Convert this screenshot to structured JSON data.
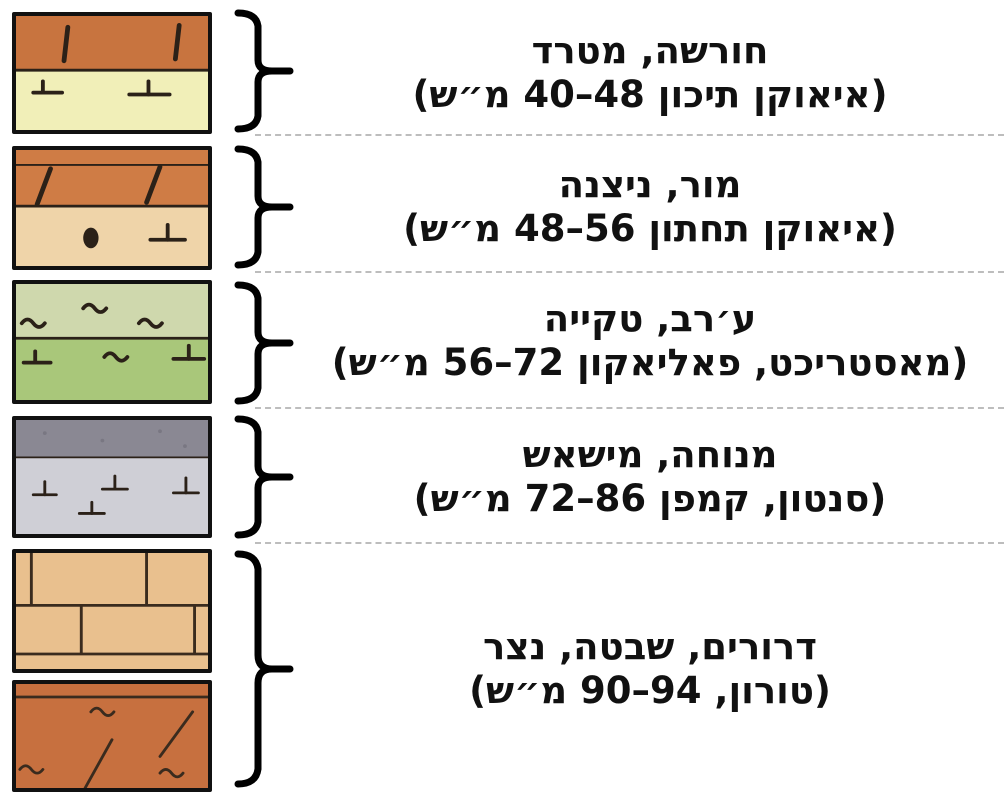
{
  "units": [
    {
      "id": "unit-1",
      "formation": "חורשה, מטרד",
      "age": "(איאוקן תיכון 48–40 מ״ש)",
      "swatch_icons": [
        "brick-pattern-icon",
        "chert-symbol-icon"
      ],
      "colors": {
        "upper": "#c8743f",
        "lower": "#f1efb8"
      }
    },
    {
      "id": "unit-2",
      "formation": "מור, ניצנה",
      "age": "(איאוקן תחתון 56–48 מ״ש)",
      "swatch_icons": [
        "brick-pattern-icon",
        "chert-symbol-icon",
        "nodule-icon"
      ],
      "colors": {
        "upper": "#cf7c45",
        "lower": "#efd4a9"
      }
    },
    {
      "id": "unit-3",
      "formation": "ע׳רב, טקייה",
      "age": "(מאסטריכט, פאליאקון 72–56 מ״ש)",
      "swatch_icons": [
        "marl-wave-icon",
        "chert-symbol-icon"
      ],
      "colors": {
        "upper": "#cfd8ad",
        "lower": "#a9c77a"
      }
    },
    {
      "id": "unit-4",
      "formation": "מנוחה, מישאש",
      "age": "(סנטון, קמפן 86–72 מ״ש)",
      "swatch_icons": [
        "chalk-pattern-icon",
        "chert-symbol-icon"
      ],
      "colors": {
        "upper": "#8a8893",
        "lower": "#cfcfd6"
      }
    },
    {
      "id": "unit-5",
      "formation": "דרורים, שבטה, נצר",
      "age": "(טורון, 94–90 מ״ש)",
      "swatch_icons": [
        "limestone-block-icon",
        "dolomite-pattern-icon"
      ],
      "colors": {
        "upper": "#e9c08e",
        "lower": "#c7703f"
      }
    }
  ]
}
